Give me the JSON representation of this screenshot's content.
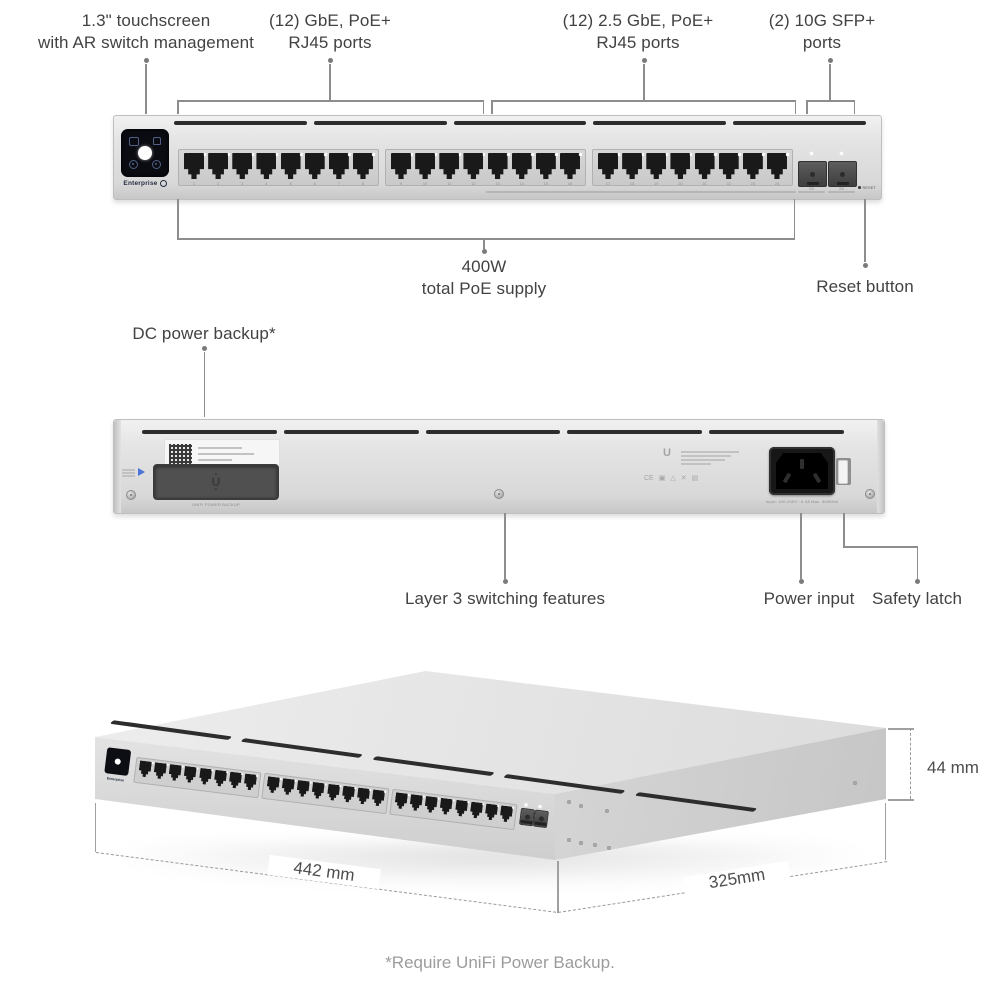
{
  "diagram": {
    "footnote": "*Require UniFi Power Backup."
  },
  "front": {
    "callouts": {
      "touchscreen": {
        "line1": "1.3\" touchscreen",
        "line2": "with AR switch management"
      },
      "gbe": {
        "line1": "(12) GbE, PoE+",
        "line2": "RJ45 ports"
      },
      "gbe25": {
        "line1": "(12) 2.5 GbE, PoE+",
        "line2": "RJ45 ports"
      },
      "sfp": {
        "line1": "(2) 10G SFP+",
        "line2": "ports"
      },
      "poe": {
        "line1": "400W",
        "line2": "total PoE supply"
      },
      "reset": "Reset button"
    },
    "device": {
      "brand": "Enterprise",
      "brand_icon": "ubiquiti-circle-icon",
      "screen_icons": [
        "display-icon",
        "lock-icon",
        "info-icon",
        "settings-icon"
      ],
      "rj45_port_count": 24,
      "port_groups": 3,
      "ports_per_group": 8,
      "port_numbers": [
        "1",
        "2",
        "3",
        "4",
        "5",
        "6",
        "7",
        "8",
        "9",
        "10",
        "11",
        "12",
        "13",
        "14",
        "15",
        "16",
        "17",
        "18",
        "19",
        "20",
        "21",
        "22",
        "23",
        "24"
      ],
      "sfp_numbers": [
        "25",
        "26"
      ],
      "reset_label": "RESET"
    }
  },
  "rear": {
    "callouts": {
      "dc": "DC power backup*",
      "layer3": "Layer 3 switching features",
      "power": "Power input",
      "latch": "Safety latch"
    },
    "device": {
      "backup_port_label": "UNIFI POWER BACKUP",
      "backup_logo_icon": "ubiquiti-u-arrows-icon",
      "dc_input_icon": "blue-arrow-icon",
      "power_rating": "Input: 100-240V~ 6.3A Max. 50/60Hz",
      "logo_icon": "ubiquiti-u-icon",
      "logo_glyph": "U",
      "cert_marks": [
        {
          "name": "ce-mark",
          "glyph": "CE"
        },
        {
          "name": "weee-bin-icon",
          "glyph": "▣"
        },
        {
          "name": "recycle-triangle-icon",
          "glyph": "△"
        },
        {
          "name": "x-mark-icon",
          "glyph": "✕"
        },
        {
          "name": "compliance-box-icon",
          "glyph": "▤"
        }
      ]
    }
  },
  "iso": {
    "width_label": "442 mm",
    "depth_label": "325mm",
    "height_label": "44 mm"
  }
}
